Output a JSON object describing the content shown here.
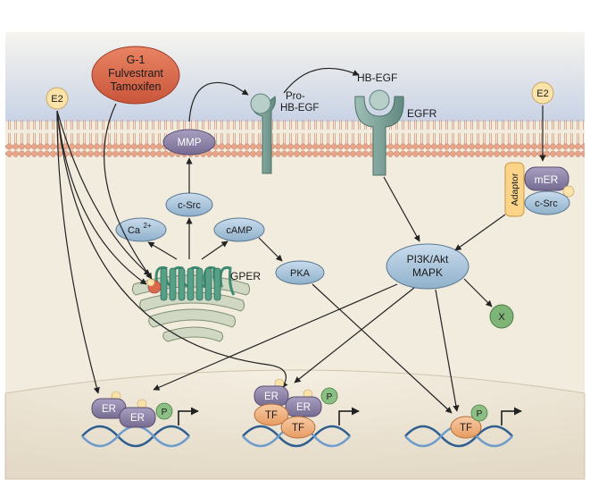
{
  "inhibitors": {
    "line1": "G-1",
    "line2": "Fulvestrant",
    "line3": "Tamoxifen"
  },
  "ligands": {
    "e2_left": "E2",
    "e2_right": "E2"
  },
  "membrane_proteins": {
    "mmp": "MMP",
    "pro_hb_egf_line1": "Pro-",
    "pro_hb_egf_line2": "HB-EGF",
    "hb_egf": "HB-EGF",
    "egfr": "EGFR",
    "adaptor": "Adaptor",
    "mer": "mER",
    "c_src_membrane": "c-Src"
  },
  "signaling": {
    "c_src": "c-Src",
    "ca_base": "Ca",
    "ca_sup": "2+",
    "camp": "cAMP",
    "gper": "GPER",
    "pka": "PKA",
    "pi3k_line1": "PI3K/Akt",
    "pi3k_line2": "MAPK",
    "x": "X"
  },
  "nucleus": {
    "er": "ER",
    "tf": "TF",
    "p": "P"
  },
  "colors": {
    "background": "#f2ecdf",
    "extracellular": "#dde3ef",
    "membrane_head": "#e7a58a",
    "protein_blue": "#a8c3d9",
    "receptor_teal": "#7fa89e",
    "er_purple": "#8e84a8",
    "tf_orange": "#f2b483",
    "p_green": "#8bbf84",
    "ligand_yellow": "#fbe2a8",
    "inhibitor_red": "#d9694a",
    "gper_green": "#4b9a80"
  }
}
